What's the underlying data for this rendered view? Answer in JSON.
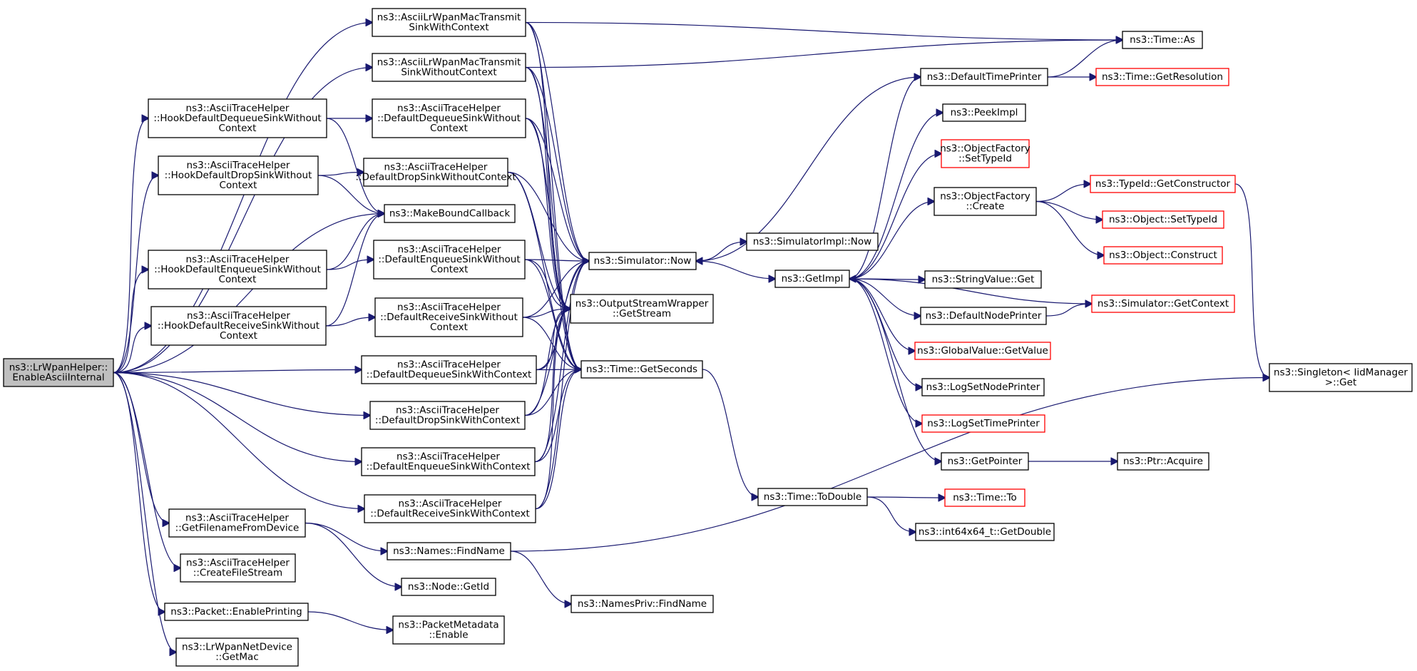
{
  "diagram": {
    "type": "call-graph",
    "colors": {
      "edge": "#191970",
      "root_fill": "#bfbfbf",
      "border": "#000000",
      "truncated_border": "#ff0000"
    },
    "nodes": [
      {
        "id": "root",
        "lines": [
          "ns3::LrWpanHelper::",
          "EnableAsciiInternal"
        ],
        "style": "root"
      },
      {
        "id": "lrwpanTxCtx",
        "lines": [
          "ns3::AsciiLrWpanMacTransmit",
          "SinkWithContext"
        ]
      },
      {
        "id": "lrwpanTxNoCtx",
        "lines": [
          "ns3::AsciiLrWpanMacTransmit",
          "SinkWithoutContext"
        ]
      },
      {
        "id": "hookDeq",
        "lines": [
          "ns3::AsciiTraceHelper",
          "::HookDefaultDequeueSinkWithout",
          "Context"
        ]
      },
      {
        "id": "hookDrop",
        "lines": [
          "ns3::AsciiTraceHelper",
          "::HookDefaultDropSinkWithout",
          "Context"
        ]
      },
      {
        "id": "hookEnq",
        "lines": [
          "ns3::AsciiTraceHelper",
          "::HookDefaultEnqueueSinkWithout",
          "Context"
        ]
      },
      {
        "id": "hookRecv",
        "lines": [
          "ns3::AsciiTraceHelper",
          "::HookDefaultReceiveSinkWithout",
          "Context"
        ]
      },
      {
        "id": "getFilename",
        "lines": [
          "ns3::AsciiTraceHelper",
          "::GetFilenameFromDevice"
        ]
      },
      {
        "id": "createFile",
        "lines": [
          "ns3::AsciiTraceHelper",
          "::CreateFileStream"
        ]
      },
      {
        "id": "enablePrinting",
        "lines": [
          "ns3::Packet::EnablePrinting"
        ]
      },
      {
        "id": "getMac",
        "lines": [
          "ns3::LrWpanNetDevice",
          "::GetMac"
        ]
      },
      {
        "id": "defDeqNoCtx",
        "lines": [
          "ns3::AsciiTraceHelper",
          "::DefaultDequeueSinkWithout",
          "Context"
        ]
      },
      {
        "id": "defDropNoCtx",
        "lines": [
          "ns3::AsciiTraceHelper",
          "::DefaultDropSinkWithoutContext"
        ]
      },
      {
        "id": "makeBound",
        "lines": [
          "ns3::MakeBoundCallback"
        ]
      },
      {
        "id": "defEnqNoCtx",
        "lines": [
          "ns3::AsciiTraceHelper",
          "::DefaultEnqueueSinkWithout",
          "Context"
        ]
      },
      {
        "id": "defRecvNoCtx",
        "lines": [
          "ns3::AsciiTraceHelper",
          "::DefaultReceiveSinkWithout",
          "Context"
        ]
      },
      {
        "id": "defDeqCtx",
        "lines": [
          "ns3::AsciiTraceHelper",
          "::DefaultDequeueSinkWithContext"
        ]
      },
      {
        "id": "defDropCtx",
        "lines": [
          "ns3::AsciiTraceHelper",
          "::DefaultDropSinkWithContext"
        ]
      },
      {
        "id": "defEnqCtx",
        "lines": [
          "ns3::AsciiTraceHelper",
          "::DefaultEnqueueSinkWithContext"
        ]
      },
      {
        "id": "defRecvCtx",
        "lines": [
          "ns3::AsciiTraceHelper",
          "::DefaultReceiveSinkWithContext"
        ]
      },
      {
        "id": "namesFind",
        "lines": [
          "ns3::Names::FindName"
        ]
      },
      {
        "id": "nodeGetId",
        "lines": [
          "ns3::Node::GetId"
        ]
      },
      {
        "id": "pktMetaEnable",
        "lines": [
          "ns3::PacketMetadata",
          "::Enable"
        ]
      },
      {
        "id": "simNow",
        "lines": [
          "ns3::Simulator::Now"
        ]
      },
      {
        "id": "osGetStream",
        "lines": [
          "ns3::OutputStreamWrapper",
          "::GetStream"
        ]
      },
      {
        "id": "timeGetSeconds",
        "lines": [
          "ns3::Time::GetSeconds"
        ]
      },
      {
        "id": "namesPrivFind",
        "lines": [
          "ns3::NamesPriv::FindName"
        ]
      },
      {
        "id": "simImplNow",
        "lines": [
          "ns3::SimulatorImpl::Now"
        ]
      },
      {
        "id": "getImpl",
        "lines": [
          "ns3::GetImpl"
        ]
      },
      {
        "id": "timeToDouble",
        "lines": [
          "ns3::Time::ToDouble"
        ]
      },
      {
        "id": "timeAs",
        "lines": [
          "ns3::Time::As"
        ]
      },
      {
        "id": "defTimePrinter",
        "lines": [
          "ns3::DefaultTimePrinter"
        ]
      },
      {
        "id": "peekImpl",
        "lines": [
          "ns3::PeekImpl"
        ]
      },
      {
        "id": "objFactSetTypeId",
        "lines": [
          "ns3::ObjectFactory",
          "::SetTypeId"
        ],
        "style": "red"
      },
      {
        "id": "objFactCreate",
        "lines": [
          "ns3::ObjectFactory",
          "::Create"
        ]
      },
      {
        "id": "strValGet",
        "lines": [
          "ns3::StringValue::Get"
        ]
      },
      {
        "id": "defNodePrinter",
        "lines": [
          "ns3::DefaultNodePrinter"
        ]
      },
      {
        "id": "globalValGet",
        "lines": [
          "ns3::GlobalValue::GetValue"
        ],
        "style": "red"
      },
      {
        "id": "logSetNodePrinter",
        "lines": [
          "ns3::LogSetNodePrinter"
        ]
      },
      {
        "id": "logSetTimePrinter",
        "lines": [
          "ns3::LogSetTimePrinter"
        ],
        "style": "red"
      },
      {
        "id": "getPointer",
        "lines": [
          "ns3::GetPointer"
        ]
      },
      {
        "id": "timeTo",
        "lines": [
          "ns3::Time::To"
        ],
        "style": "red"
      },
      {
        "id": "int64GetDouble",
        "lines": [
          "ns3::int64x64_t::GetDouble"
        ]
      },
      {
        "id": "timeGetRes",
        "lines": [
          "ns3::Time::GetResolution"
        ],
        "style": "red"
      },
      {
        "id": "typeIdGetCtor",
        "lines": [
          "ns3::TypeId::GetConstructor"
        ],
        "style": "red"
      },
      {
        "id": "objSetTypeId",
        "lines": [
          "ns3::Object::SetTypeId"
        ],
        "style": "red"
      },
      {
        "id": "objConstruct",
        "lines": [
          "ns3::Object::Construct"
        ],
        "style": "red"
      },
      {
        "id": "simGetContext",
        "lines": [
          "ns3::Simulator::GetContext"
        ],
        "style": "red"
      },
      {
        "id": "ptrAcquire",
        "lines": [
          "ns3::Ptr::Acquire"
        ]
      },
      {
        "id": "singletonGet",
        "lines": [
          "ns3::Singleton< IidManager",
          " >::Get"
        ]
      }
    ],
    "edges": [
      [
        "root",
        "lrwpanTxCtx"
      ],
      [
        "root",
        "lrwpanTxNoCtx"
      ],
      [
        "root",
        "hookDeq"
      ],
      [
        "root",
        "hookDrop"
      ],
      [
        "root",
        "makeBound"
      ],
      [
        "root",
        "hookEnq"
      ],
      [
        "root",
        "hookRecv"
      ],
      [
        "root",
        "defDeqCtx"
      ],
      [
        "root",
        "defDropCtx"
      ],
      [
        "root",
        "defEnqCtx"
      ],
      [
        "root",
        "defRecvCtx"
      ],
      [
        "root",
        "getFilename"
      ],
      [
        "root",
        "createFile"
      ],
      [
        "root",
        "enablePrinting"
      ],
      [
        "root",
        "getMac"
      ],
      [
        "lrwpanTxCtx",
        "timeAs"
      ],
      [
        "lrwpanTxCtx",
        "simNow"
      ],
      [
        "lrwpanTxCtx",
        "osGetStream"
      ],
      [
        "lrwpanTxCtx",
        "timeGetSeconds"
      ],
      [
        "lrwpanTxNoCtx",
        "timeAs"
      ],
      [
        "lrwpanTxNoCtx",
        "simNow"
      ],
      [
        "lrwpanTxNoCtx",
        "osGetStream"
      ],
      [
        "lrwpanTxNoCtx",
        "timeGetSeconds"
      ],
      [
        "hookDeq",
        "defDeqNoCtx"
      ],
      [
        "hookDeq",
        "makeBound"
      ],
      [
        "hookDrop",
        "defDropNoCtx"
      ],
      [
        "hookDrop",
        "makeBound"
      ],
      [
        "hookEnq",
        "defEnqNoCtx"
      ],
      [
        "hookEnq",
        "makeBound"
      ],
      [
        "hookRecv",
        "defRecvNoCtx"
      ],
      [
        "hookRecv",
        "makeBound"
      ],
      [
        "defDeqNoCtx",
        "simNow"
      ],
      [
        "defDeqNoCtx",
        "osGetStream"
      ],
      [
        "defDeqNoCtx",
        "timeGetSeconds"
      ],
      [
        "defDropNoCtx",
        "simNow"
      ],
      [
        "defDropNoCtx",
        "osGetStream"
      ],
      [
        "defDropNoCtx",
        "timeGetSeconds"
      ],
      [
        "defEnqNoCtx",
        "simNow"
      ],
      [
        "defEnqNoCtx",
        "osGetStream"
      ],
      [
        "defEnqNoCtx",
        "timeGetSeconds"
      ],
      [
        "defRecvNoCtx",
        "simNow"
      ],
      [
        "defRecvNoCtx",
        "osGetStream"
      ],
      [
        "defRecvNoCtx",
        "timeGetSeconds"
      ],
      [
        "defDeqCtx",
        "simNow"
      ],
      [
        "defDeqCtx",
        "osGetStream"
      ],
      [
        "defDeqCtx",
        "timeGetSeconds"
      ],
      [
        "defDropCtx",
        "simNow"
      ],
      [
        "defDropCtx",
        "osGetStream"
      ],
      [
        "defDropCtx",
        "timeGetSeconds"
      ],
      [
        "defEnqCtx",
        "simNow"
      ],
      [
        "defEnqCtx",
        "osGetStream"
      ],
      [
        "defEnqCtx",
        "timeGetSeconds"
      ],
      [
        "defRecvCtx",
        "simNow"
      ],
      [
        "defRecvCtx",
        "osGetStream"
      ],
      [
        "defRecvCtx",
        "timeGetSeconds"
      ],
      [
        "getFilename",
        "namesFind"
      ],
      [
        "getFilename",
        "nodeGetId"
      ],
      [
        "enablePrinting",
        "pktMetaEnable"
      ],
      [
        "namesFind",
        "namesPrivFind"
      ],
      [
        "namesFind",
        "singletonGet"
      ],
      [
        "simNow",
        "simImplNow"
      ],
      [
        "simNow",
        "getImpl"
      ],
      [
        "timeGetSeconds",
        "timeToDouble"
      ],
      [
        "defTimePrinter",
        "simNow"
      ],
      [
        "defTimePrinter",
        "timeAs"
      ],
      [
        "defTimePrinter",
        "timeGetRes"
      ],
      [
        "getImpl",
        "defTimePrinter"
      ],
      [
        "getImpl",
        "peekImpl"
      ],
      [
        "getImpl",
        "objFactSetTypeId"
      ],
      [
        "getImpl",
        "objFactCreate"
      ],
      [
        "getImpl",
        "strValGet"
      ],
      [
        "getImpl",
        "defNodePrinter"
      ],
      [
        "getImpl",
        "globalValGet"
      ],
      [
        "getImpl",
        "logSetNodePrinter"
      ],
      [
        "getImpl",
        "logSetTimePrinter"
      ],
      [
        "getImpl",
        "getPointer"
      ],
      [
        "simGetContext",
        "getImpl"
      ],
      [
        "objFactCreate",
        "typeIdGetCtor"
      ],
      [
        "objFactCreate",
        "objSetTypeId"
      ],
      [
        "objFactCreate",
        "objConstruct"
      ],
      [
        "typeIdGetCtor",
        "singletonGet"
      ],
      [
        "defNodePrinter",
        "simGetContext"
      ],
      [
        "getPointer",
        "ptrAcquire"
      ],
      [
        "timeToDouble",
        "timeTo"
      ],
      [
        "timeToDouble",
        "int64GetDouble"
      ]
    ]
  }
}
